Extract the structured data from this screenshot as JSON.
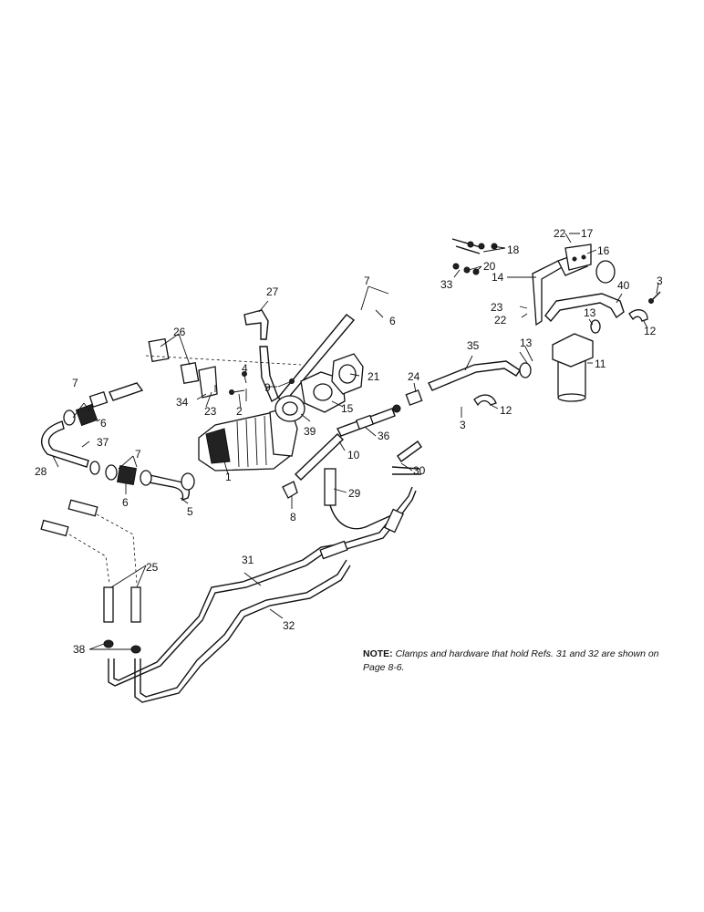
{
  "labels": {
    "l1": "1",
    "l2": "2",
    "l3a": "3",
    "l3b": "3",
    "l4": "4",
    "l5": "5",
    "l6a": "6",
    "l6b": "6",
    "l6c": "6",
    "l7a": "7",
    "l7b": "7",
    "l7c": "7",
    "l8": "8",
    "l9": "9",
    "l10": "10",
    "l11": "11",
    "l12a": "12",
    "l12b": "12",
    "l13a": "13",
    "l13b": "13",
    "l14": "14",
    "l15": "15",
    "l16": "16",
    "l17": "17",
    "l18": "18",
    "l20": "20",
    "l21": "21",
    "l22a": "22",
    "l22b": "22",
    "l23a": "23",
    "l23b": "23",
    "l24": "24",
    "l25": "25",
    "l26": "26",
    "l27": "27",
    "l28": "28",
    "l29": "29",
    "l30": "30",
    "l31": "31",
    "l32": "32",
    "l33": "33",
    "l34": "34",
    "l35": "35",
    "l36": "36",
    "l37": "37",
    "l38": "38",
    "l39": "39",
    "l40": "40"
  },
  "note": {
    "prefix": "NOTE:",
    "text": "Clamps and hardware that hold Refs. 31 and 32 are shown on Page 8-6."
  }
}
